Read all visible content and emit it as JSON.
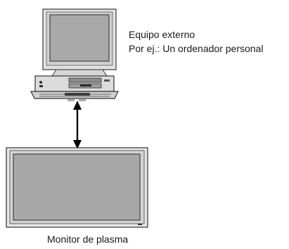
{
  "external_device": {
    "title": "Equipo externo",
    "example": "Por ej.: Un ordenador personal",
    "icon": "desktop-computer-icon"
  },
  "connection": {
    "icon": "bidirectional-arrow-icon"
  },
  "plasma_monitor": {
    "label": "Monitor de plasma",
    "icon": "plasma-monitor-icon"
  }
}
